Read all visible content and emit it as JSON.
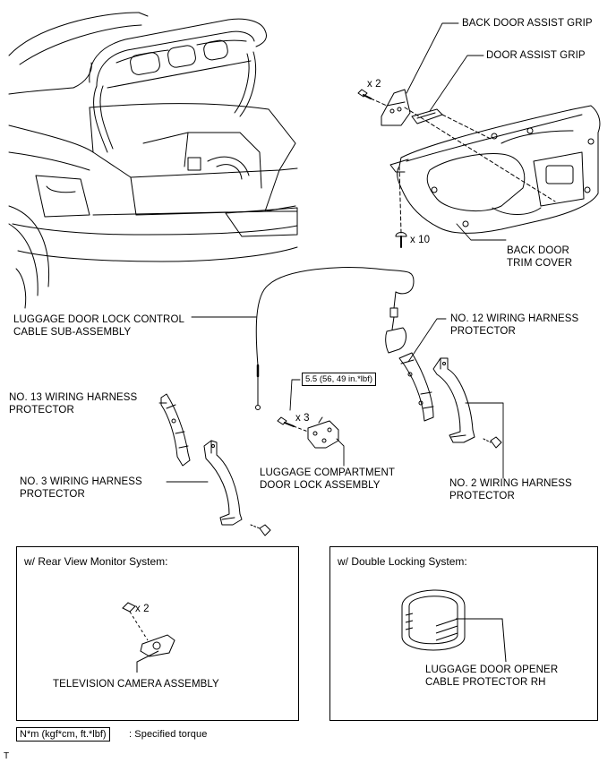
{
  "labels": {
    "back_door_assist_grip": "BACK DOOR ASSIST GRIP",
    "door_assist_grip": "DOOR ASSIST GRIP",
    "qty_grip_bolts": "x 2",
    "qty_trim_clips": "x 10",
    "back_door_trim_cover_l1": "BACK DOOR",
    "back_door_trim_cover_l2": "TRIM COVER",
    "lock_cable_l1": "LUGGAGE DOOR LOCK CONTROL",
    "lock_cable_l2": "CABLE SUB-ASSEMBLY",
    "no12_l1": "NO. 12 WIRING HARNESS",
    "no12_l2": "PROTECTOR",
    "no13_l1": "NO. 13 WIRING HARNESS",
    "no13_l2": "PROTECTOR",
    "torque_value": "5.5 (56, 49 in.*lbf)",
    "qty_lock_bolts": "x 3",
    "lock_assy_l1": "LUGGAGE COMPARTMENT",
    "lock_assy_l2": "DOOR LOCK ASSEMBLY",
    "no3_l1": "NO. 3 WIRING HARNESS",
    "no3_l2": "PROTECTOR",
    "no2_l1": "NO. 2 WIRING HARNESS",
    "no2_l2": "PROTECTOR"
  },
  "panels": {
    "rear_view": {
      "title": "w/ Rear View Monitor System:",
      "qty": "x 2",
      "part": "TELEVISION CAMERA ASSEMBLY"
    },
    "double_lock": {
      "title": "w/ Double Locking System:",
      "part_l1": "LUGGAGE DOOR OPENER",
      "part_l2": "CABLE PROTECTOR RH"
    }
  },
  "legend": {
    "unit_box": "N*m (kgf*cm, ft.*lbf)",
    "description": ": Specified torque"
  },
  "footer_mark": "T"
}
